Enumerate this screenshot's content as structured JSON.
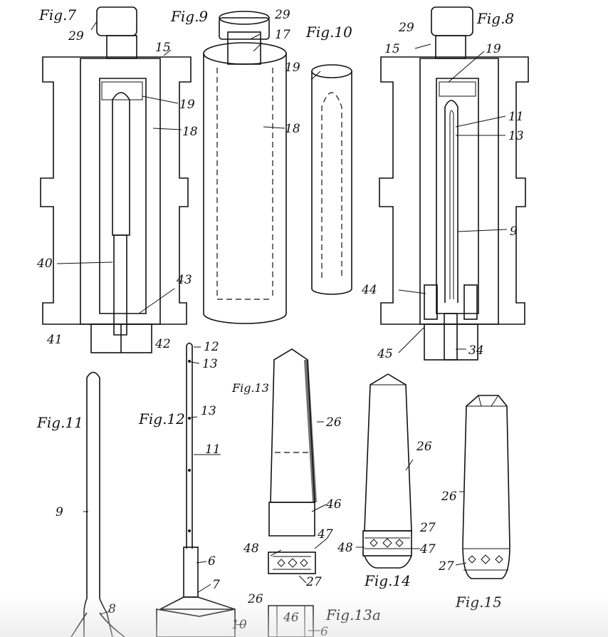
{
  "figures": {
    "fig7": "Fig.7",
    "fig8": "Fig.8",
    "fig9": "Fig.9",
    "fig10": "Fig.10",
    "fig11": "Fig.11",
    "fig12": "Fig.12",
    "fig13": "Fig.13",
    "fig13a": "Fig.13a",
    "fig14": "Fig.14",
    "fig15": "Fig.15"
  },
  "labels": {
    "f7_29": "29",
    "f7_15": "15",
    "f7_19": "19",
    "f7_18": "18",
    "f7_40": "40",
    "f7_43": "43",
    "f7_41": "41",
    "f7_42": "42",
    "f9_29": "29",
    "f9_17": "17",
    "f9_18": "18",
    "f10_19": "19",
    "f8_29": "29",
    "f8_15": "15",
    "f8_19": "19",
    "f8_11": "11",
    "f8_13": "13",
    "f8_9": "9",
    "f8_44": "44",
    "f8_45": "45",
    "f8_34": "34",
    "f11_9": "9",
    "f11_8": "8",
    "f12_12": "12",
    "f12_13a": "13",
    "f12_13b": "13",
    "f12_11": "11",
    "f12_6": "6",
    "f12_7": "7",
    "f12_10": "10",
    "f13_26": "26",
    "f13_46": "46",
    "f13_47": "47",
    "f13_48": "48",
    "f13_27": "27",
    "f14_26": "26",
    "f14_27": "27",
    "f14_48": "48",
    "f14_47": "47",
    "f15_26": "26",
    "f15_27": "27",
    "f13a_26": "26",
    "f13a_46": "46",
    "f13a_6": "6"
  }
}
